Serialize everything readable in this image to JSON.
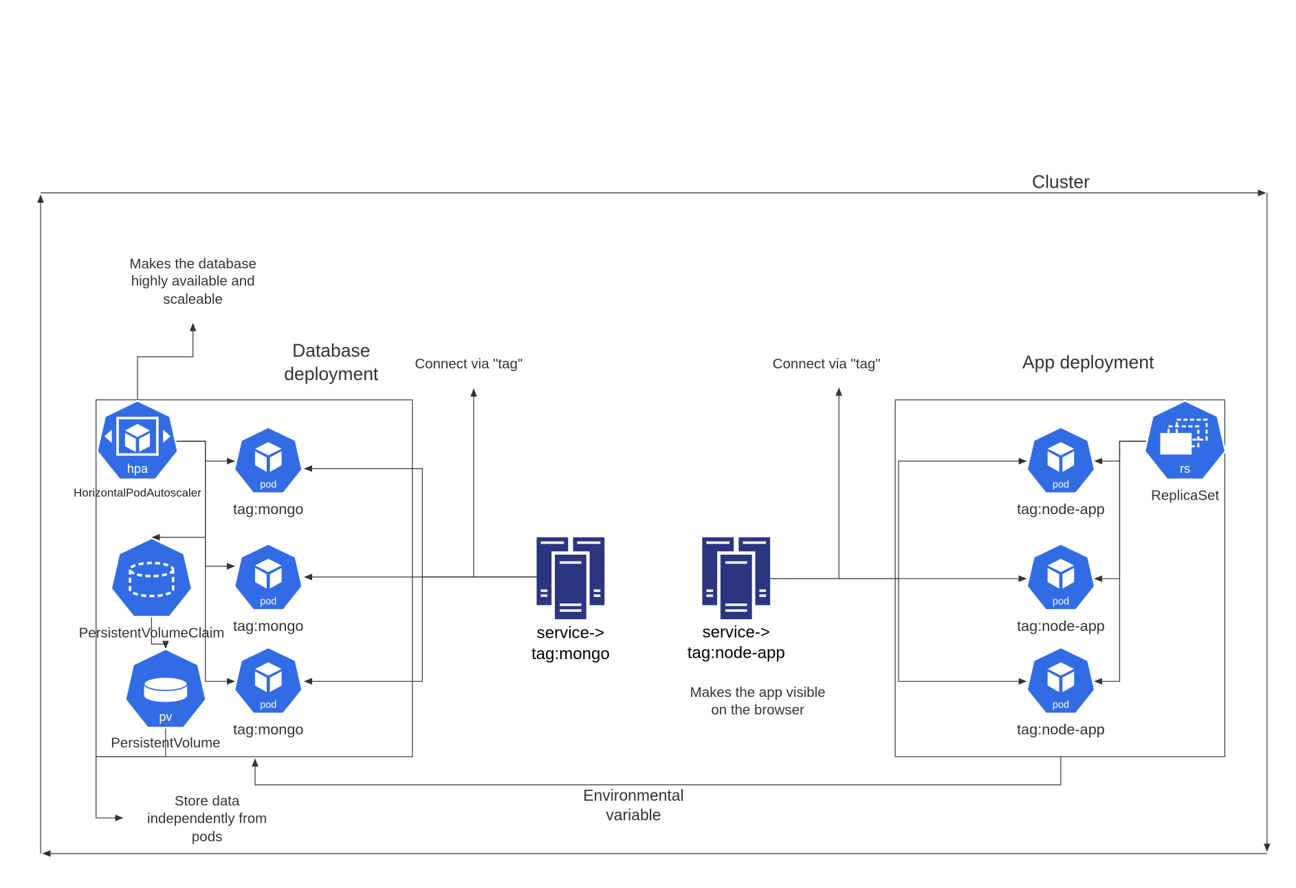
{
  "cluster": {
    "label": "Cluster"
  },
  "notes": {
    "hpa_purpose": [
      "Makes the database",
      "highly available and",
      "scaleable"
    ],
    "connect_left": "Connect via \"tag\"",
    "connect_right": "Connect via \"tag\"",
    "app_visible": [
      "Makes the app visible",
      "on the browser"
    ],
    "store_data": [
      "Store data",
      "independently from",
      "pods"
    ],
    "env_variable": [
      "Environmental",
      "variable"
    ]
  },
  "groups": {
    "database": {
      "title": [
        "Database",
        "deployment"
      ]
    },
    "app": {
      "title": "App deployment"
    }
  },
  "database_pods": [
    {
      "icon_label": "pod",
      "tag": "tag:mongo"
    },
    {
      "icon_label": "pod",
      "tag": "tag:mongo"
    },
    {
      "icon_label": "pod",
      "tag": "tag:mongo"
    }
  ],
  "app_pods": [
    {
      "icon_label": "pod",
      "tag": "tag:node-app"
    },
    {
      "icon_label": "pod",
      "tag": "tag:node-app"
    },
    {
      "icon_label": "pod",
      "tag": "tag:node-app"
    }
  ],
  "hpa": {
    "icon_label": "hpa",
    "caption": "HorizontalPodAutoscaler"
  },
  "pvc": {
    "caption": "PersistentVolumeClaim"
  },
  "pv": {
    "icon_label": "pv",
    "caption": "PersistentVolume"
  },
  "replicaset": {
    "icon_label": "rs",
    "caption": "ReplicaSet"
  },
  "services": {
    "mongo": [
      "service->",
      "tag:mongo"
    ],
    "node_app": [
      "service->",
      "tag:node-app"
    ]
  },
  "colors": {
    "k8s_blue": "#326ce5",
    "server_navy": "#2b3580",
    "line": "#333333"
  },
  "icons": {
    "pod": "cube-icon",
    "hpa": "autoscaler-icon",
    "pvc": "dashed-cylinder-icon",
    "pv": "cylinder-icon",
    "rs": "replicaset-icon",
    "service": "server-icon"
  }
}
